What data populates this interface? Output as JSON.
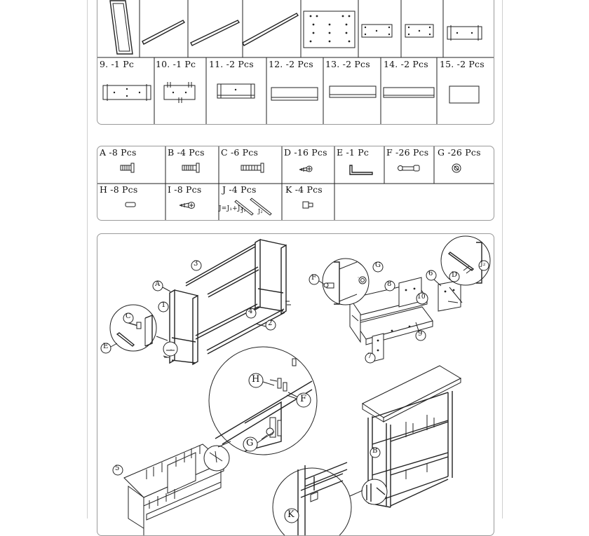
{
  "parts_row1": [
    {
      "id": "part-1",
      "label": ""
    },
    {
      "id": "part-2",
      "label": ""
    },
    {
      "id": "part-3",
      "label": ""
    },
    {
      "id": "part-4",
      "label": ""
    },
    {
      "id": "part-5",
      "label": ""
    },
    {
      "id": "part-6",
      "label": ""
    },
    {
      "id": "part-7",
      "label": ""
    },
    {
      "id": "part-8",
      "label": ""
    }
  ],
  "parts_row2": [
    {
      "id": "part-9",
      "label": "9.  -1 Pc"
    },
    {
      "id": "part-10",
      "label": "10.  -1 Pc"
    },
    {
      "id": "part-11",
      "label": "11.  -2 Pcs"
    },
    {
      "id": "part-12",
      "label": "12.  -2 Pcs"
    },
    {
      "id": "part-13",
      "label": "13.  -2 Pcs"
    },
    {
      "id": "part-14",
      "label": "14.  -2 Pcs"
    },
    {
      "id": "part-15",
      "label": "15.  -2 Pcs"
    }
  ],
  "hardware_row1": [
    {
      "id": "hw-a",
      "label": "A -8 Pcs"
    },
    {
      "id": "hw-b",
      "label": "B -4 Pcs"
    },
    {
      "id": "hw-c",
      "label": "C -6 Pcs"
    },
    {
      "id": "hw-d",
      "label": "D -16 Pcs"
    },
    {
      "id": "hw-e",
      "label": "E -1 Pc"
    },
    {
      "id": "hw-f",
      "label": "F -26 Pcs"
    },
    {
      "id": "hw-g",
      "label": "G -26 Pcs"
    }
  ],
  "hardware_row2": [
    {
      "id": "hw-h",
      "label": "H -8 Pcs"
    },
    {
      "id": "hw-i",
      "label": "I -8 Pcs"
    },
    {
      "id": "hw-j",
      "label": "J -4 Pcs"
    },
    {
      "id": "hw-k",
      "label": "K -4 Pcs"
    }
  ],
  "hardware_j_formula": "J=J₁+J₂",
  "hardware_j_sub1": "J₁",
  "hardware_j_sub2": "J₂",
  "callouts": {
    "c3": "3",
    "cA": "A",
    "c1": "1",
    "c4": "4",
    "c2": "2",
    "cC": "C",
    "cE": "E",
    "cF1": "F",
    "cG1": "G",
    "c8": "8",
    "c6": "6",
    "c10": "10",
    "c9": "9",
    "c7": "7",
    "cD": "D",
    "cJ2": "J₂",
    "cH": "H",
    "cF2": "F",
    "cG2": "G",
    "c5": "5",
    "cB": "B",
    "cK": "K"
  }
}
